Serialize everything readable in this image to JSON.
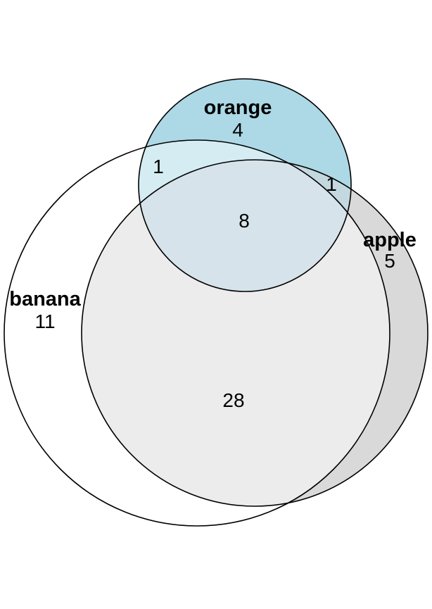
{
  "sets": {
    "orange": {
      "label": "orange",
      "color": "#add8e6"
    },
    "banana": {
      "label": "banana",
      "color": "#ffffff"
    },
    "apple": {
      "label": "apple",
      "color": "#d9d9d9"
    }
  },
  "regions": {
    "orange_only": "4",
    "banana_only": "11",
    "apple_only": "5",
    "orange_banana": "1",
    "orange_apple": "1",
    "banana_apple": "28",
    "all_three": "8"
  },
  "colors": {
    "outline": "#000000",
    "orange_banana_fill": "#d6ecf3",
    "orange_apple_fill": "#c3d8df",
    "banana_apple_fill": "#ececec",
    "all_three_fill": "#d6e3ea"
  }
}
